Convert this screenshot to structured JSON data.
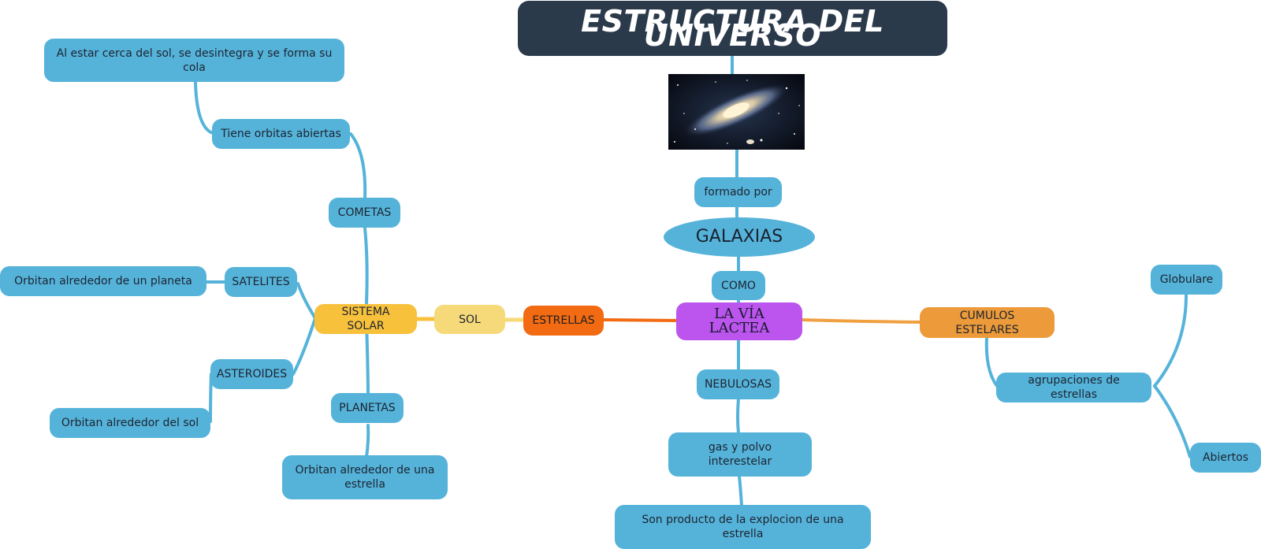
{
  "colors": {
    "node": "#55b3da",
    "title_bg": "#2b3a4b",
    "center": "#bb55ee",
    "estrellas": "#f26a12",
    "sistema": "#f8c13c",
    "sol": "#f6d979",
    "cumulos": "#ec9a3a",
    "line_blue": "#55b3da",
    "line_orange": "#f07a20"
  },
  "title": "ESTRUCTURA DEL UNIVERSO",
  "image": {
    "icon": "galaxy-photo"
  },
  "nodes": {
    "formado_por": "formado por",
    "galaxias": "GALAXIAS",
    "como": "COMO",
    "via_lactea": "LA VÍA LACTEA",
    "estrellas": "ESTRELLAS",
    "sol": "SOL",
    "sistema_solar": "SISTEMA SOLAR",
    "cometas": "COMETAS",
    "cometas_orbitas": "Tiene orbitas abiertas",
    "cometas_cola": "Al estar cerca del sol, se desintegra y se forma su cola",
    "satelites": "SATELITES",
    "satelites_desc": "Orbitan alrededor de un planeta",
    "asteroides": "ASTEROIDES",
    "asteroides_desc": "Orbitan alrededor del sol",
    "planetas": "PLANETAS",
    "planetas_desc": "Orbitan alrededor de una estrella",
    "nebulosas": "NEBULOSAS",
    "nebulosas_gas": "gas y polvo interestelar",
    "nebulosas_producto": "Son producto de la explocion de una estrella",
    "cumulos": "CUMULOS ESTELARES",
    "cumulos_desc": "agrupaciones de estrellas",
    "globulare": "Globulare",
    "abiertos": "Abiertos"
  }
}
